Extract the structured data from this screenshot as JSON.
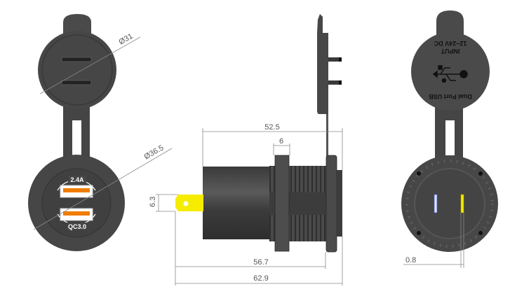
{
  "front_view": {
    "cap_diameter": "Ø31",
    "base_diameter": "Ø36.5",
    "port_top_label": "2.4A",
    "port_bottom_label": "QC3.0"
  },
  "side_view": {
    "body_length": "52.5",
    "nut_width": "6",
    "terminal_height": "6.3",
    "length_to_flange": "56.7",
    "overall_length": "62.9"
  },
  "rear_view": {
    "cap_text_voltage": "12~24V DC",
    "cap_text_input": "INPUT",
    "cap_text_name": "Dual Port USB",
    "pin_thickness": "0.8"
  },
  "colors": {
    "body": "#454545",
    "body_dark": "#333333",
    "terminal": "#f5ec00",
    "port_bar": "#f07d00"
  }
}
